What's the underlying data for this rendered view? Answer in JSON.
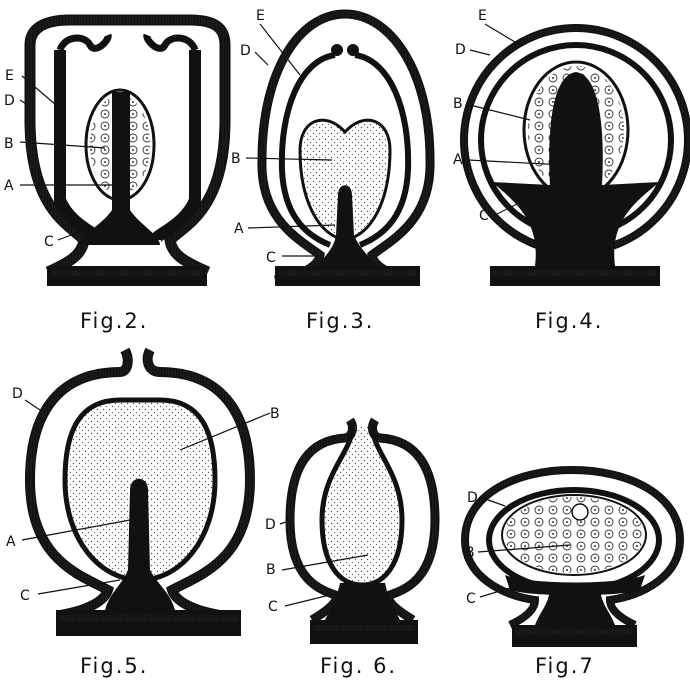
{
  "figures": [
    {
      "caption": "Fig.2.",
      "labels": {
        "E": "E",
        "D": "D",
        "B": "B",
        "A": "A",
        "C": "C"
      }
    },
    {
      "caption": "Fig.3.",
      "labels": {
        "E": "E",
        "D": "D",
        "B": "B",
        "A": "A",
        "C": "C"
      }
    },
    {
      "caption": "Fig.4.",
      "labels": {
        "E": "E",
        "D": "D",
        "B": "B",
        "A": "A",
        "C": "C"
      }
    },
    {
      "caption": "Fig.5.",
      "labels": {
        "D": "D",
        "B": "B",
        "A": "A",
        "C": "C"
      }
    },
    {
      "caption": "Fig. 6.",
      "labels": {
        "D": "D",
        "B": "B",
        "C": "C"
      }
    },
    {
      "caption": "Fig.7",
      "labels": {
        "D": "D",
        "B": "B",
        "C": "C"
      }
    }
  ],
  "colors": {
    "ink": "#111111",
    "paper": "#ffffff",
    "stipple": "#555555"
  }
}
